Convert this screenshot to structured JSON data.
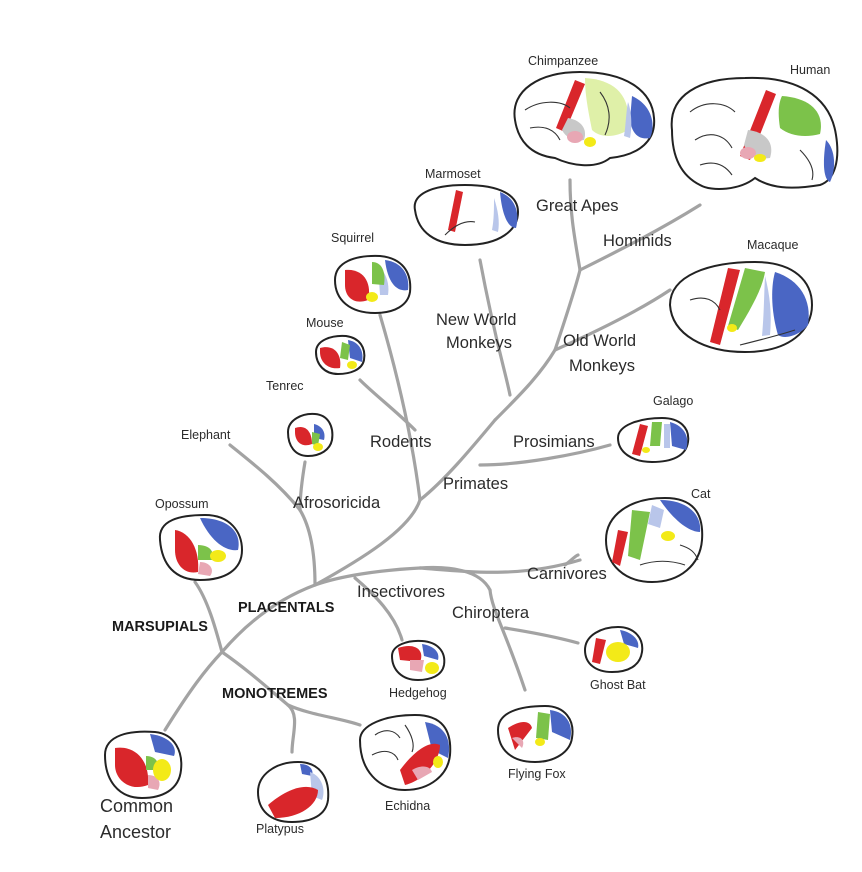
{
  "labels": {
    "marsupials": "MARSUPIALS",
    "placentals": "PLACENTALS",
    "monotremes": "MONOTREMES",
    "common_ancestor_line1": "Common",
    "common_ancestor_line2": "Ancestor",
    "afrosoricida": "Afrosoricida",
    "rodents": "Rodents",
    "primates": "Primates",
    "prosimians": "Prosimians",
    "new_world_monkeys_line1": "New World",
    "new_world_monkeys_line2": "Monkeys",
    "old_world_monkeys_line1": "Old World",
    "old_world_monkeys_line2": "Monkeys",
    "great_apes": "Great Apes",
    "hominids": "Hominids",
    "insectivores": "Insectivores",
    "chiroptera": "Chiroptera",
    "carnivores": "Carnivores"
  },
  "species": {
    "chimpanzee": "Chimpanzee",
    "human": "Human",
    "marmoset": "Marmoset",
    "macaque": "Macaque",
    "squirrel": "Squirrel",
    "mouse": "Mouse",
    "tenrec": "Tenrec",
    "elephant": "Elephant",
    "galago": "Galago",
    "cat": "Cat",
    "opossum": "Opossum",
    "hedgehog": "Hedgehog",
    "ghost_bat": "Ghost Bat",
    "flying_fox": "Flying Fox",
    "echidna": "Echidna",
    "platypus": "Platypus"
  },
  "colors": {
    "branch": "#a3a3a3",
    "motor_red": "#d9262b",
    "somatosensory_green": "#7cc24a",
    "visual_blue": "#4a66c4",
    "visual_light_blue": "#b9c6ea",
    "auditory_yellow": "#f3ea18",
    "pink": "#e8a7b4",
    "light_green": "#dff0a8",
    "gray": "#c8c8c8"
  },
  "icons": {
    "brain": "brain-illustration"
  }
}
